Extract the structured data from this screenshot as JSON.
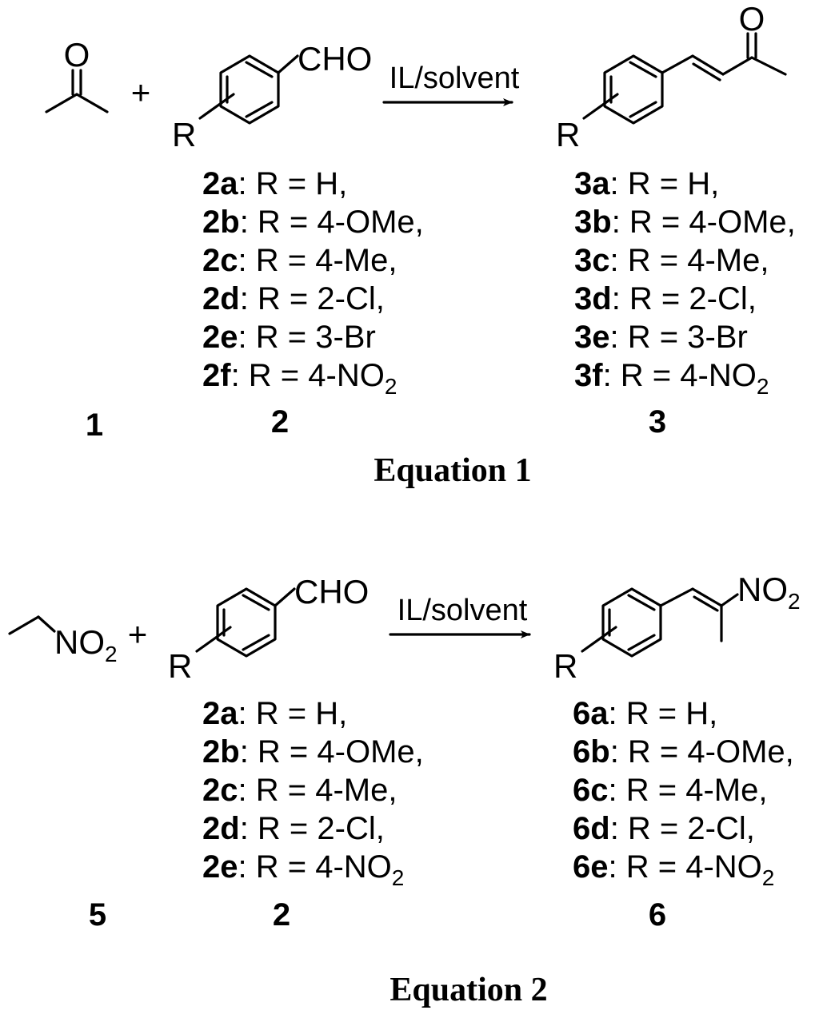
{
  "equation1": {
    "title": "Equation 1",
    "condition": "IL/solvent",
    "plus": "+",
    "reactant1": {
      "number": "1",
      "atoms": {
        "O": "O"
      }
    },
    "reactant2": {
      "number": "2",
      "atoms": {
        "CHO": "CHO",
        "R": "R"
      }
    },
    "product": {
      "number": "3",
      "atoms": {
        "O": "O",
        "R": "R"
      }
    },
    "reactant_list": [
      {
        "id": "2a",
        "text": ": R = H,"
      },
      {
        "id": "2b",
        "text": ": R = 4-OMe,"
      },
      {
        "id": "2c",
        "text": ": R = 4-Me,"
      },
      {
        "id": "2d",
        "text": ": R = 2-Cl,"
      },
      {
        "id": "2e",
        "text": ": R = 3-Br"
      },
      {
        "id": "2f",
        "text": ": R = 4-NO",
        "sub": "2"
      }
    ],
    "product_list": [
      {
        "id": "3a",
        "text": ": R = H,"
      },
      {
        "id": "3b",
        "text": ": R = 4-OMe,"
      },
      {
        "id": "3c",
        "text": ": R = 4-Me,"
      },
      {
        "id": "3d",
        "text": ": R = 2-Cl,"
      },
      {
        "id": "3e",
        "text": ": R = 3-Br"
      },
      {
        "id": "3f",
        "text": ": R = 4-NO",
        "sub": "2"
      }
    ]
  },
  "equation2": {
    "title": "Equation 2",
    "condition": "IL/solvent",
    "plus": "+",
    "reactant1": {
      "number": "5",
      "atoms": {
        "NO": "NO",
        "sub": "2"
      }
    },
    "reactant2": {
      "number": "2",
      "atoms": {
        "CHO": "CHO",
        "R": "R"
      }
    },
    "product": {
      "number": "6",
      "atoms": {
        "NO": "NO",
        "sub": "2",
        "R": "R"
      }
    },
    "reactant_list": [
      {
        "id": "2a",
        "text": ": R = H,"
      },
      {
        "id": "2b",
        "text": ": R = 4-OMe,"
      },
      {
        "id": "2c",
        "text": ": R = 4-Me,"
      },
      {
        "id": "2d",
        "text": ": R = 2-Cl,"
      },
      {
        "id": "2e",
        "text": ": R = 4-NO",
        "sub": "2"
      }
    ],
    "product_list": [
      {
        "id": "6a",
        "text": ": R = H,"
      },
      {
        "id": "6b",
        "text": ": R = 4-OMe,"
      },
      {
        "id": "6c",
        "text": ": R = 4-Me,"
      },
      {
        "id": "6d",
        "text": ": R = 2-Cl,"
      },
      {
        "id": "6e",
        "text": ": R = 4-NO",
        "sub": "2"
      }
    ]
  }
}
